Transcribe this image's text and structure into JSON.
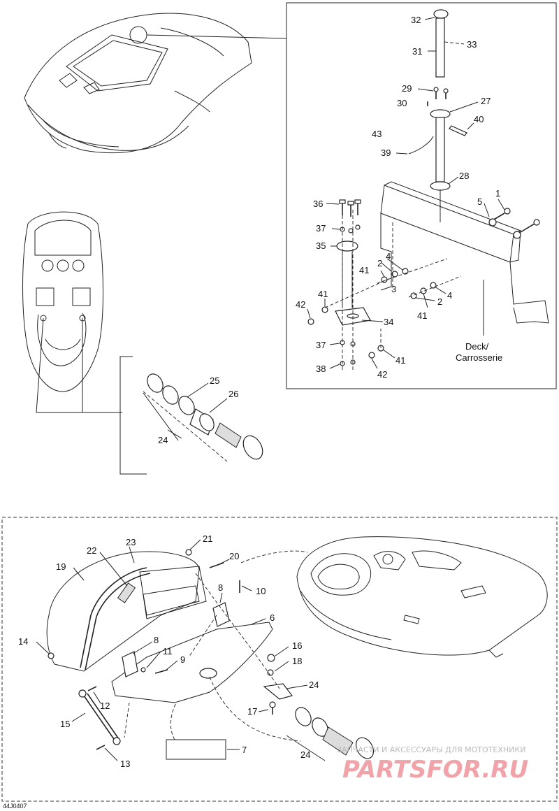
{
  "diagram_code": "44J0407",
  "deck_label_line1": "Deck/",
  "deck_label_line2": "Carrosserie",
  "callouts": {
    "c1": "1",
    "c2a": "2",
    "c2b": "2",
    "c3": "3",
    "c4a": "4",
    "c4b": "4",
    "c5": "5",
    "c27": "27",
    "c28": "28",
    "c29": "29",
    "c30": "30",
    "c31": "31",
    "c32": "32",
    "c33": "33",
    "c34": "34",
    "c35": "35",
    "c36": "36",
    "c37a": "37",
    "c37b": "37",
    "c38": "38",
    "c39": "39",
    "c40": "40",
    "c41a": "41",
    "c41b": "41",
    "c41c": "41",
    "c41d": "41",
    "c42a": "42",
    "c42b": "42",
    "c43": "43",
    "c24a": "24",
    "c25": "25",
    "c26": "26",
    "c6": "6",
    "c7": "7",
    "c8a": "8",
    "c8b": "8",
    "c9": "9",
    "c10": "10",
    "c11": "11",
    "c12": "12",
    "c13": "13",
    "c14": "14",
    "c15": "15",
    "c16": "16",
    "c17": "17",
    "c18": "18",
    "c19": "19",
    "c20": "20",
    "c21": "21",
    "c22": "22",
    "c23": "23",
    "c24b": "24",
    "c24c": "24"
  },
  "watermark": {
    "tagline": "ЗАПЧАСТИ И АКСЕССУАРЫ ДЛЯ МОТОТЕХНИКИ",
    "brand": "PARTSFOR.RU"
  }
}
